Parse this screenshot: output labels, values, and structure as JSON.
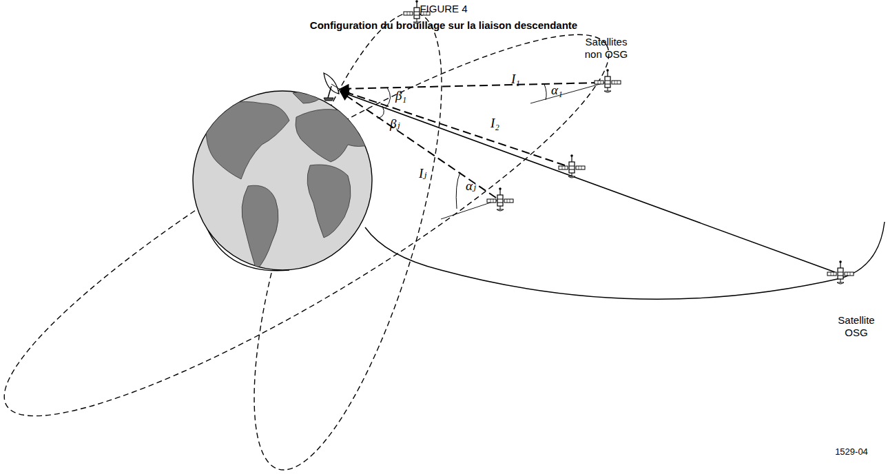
{
  "diagram": {
    "title": "FIGURE 4",
    "caption": "Configuration du brouillage sur la liaison descendante",
    "labels": [
      "Satellites non OSG",
      "Satellite OSG",
      "I₁",
      "α₁",
      "β₁",
      "I₂",
      "βⱼ",
      "Iⱼ",
      "αⱼ",
      "1529-04"
    ]
  }
}
